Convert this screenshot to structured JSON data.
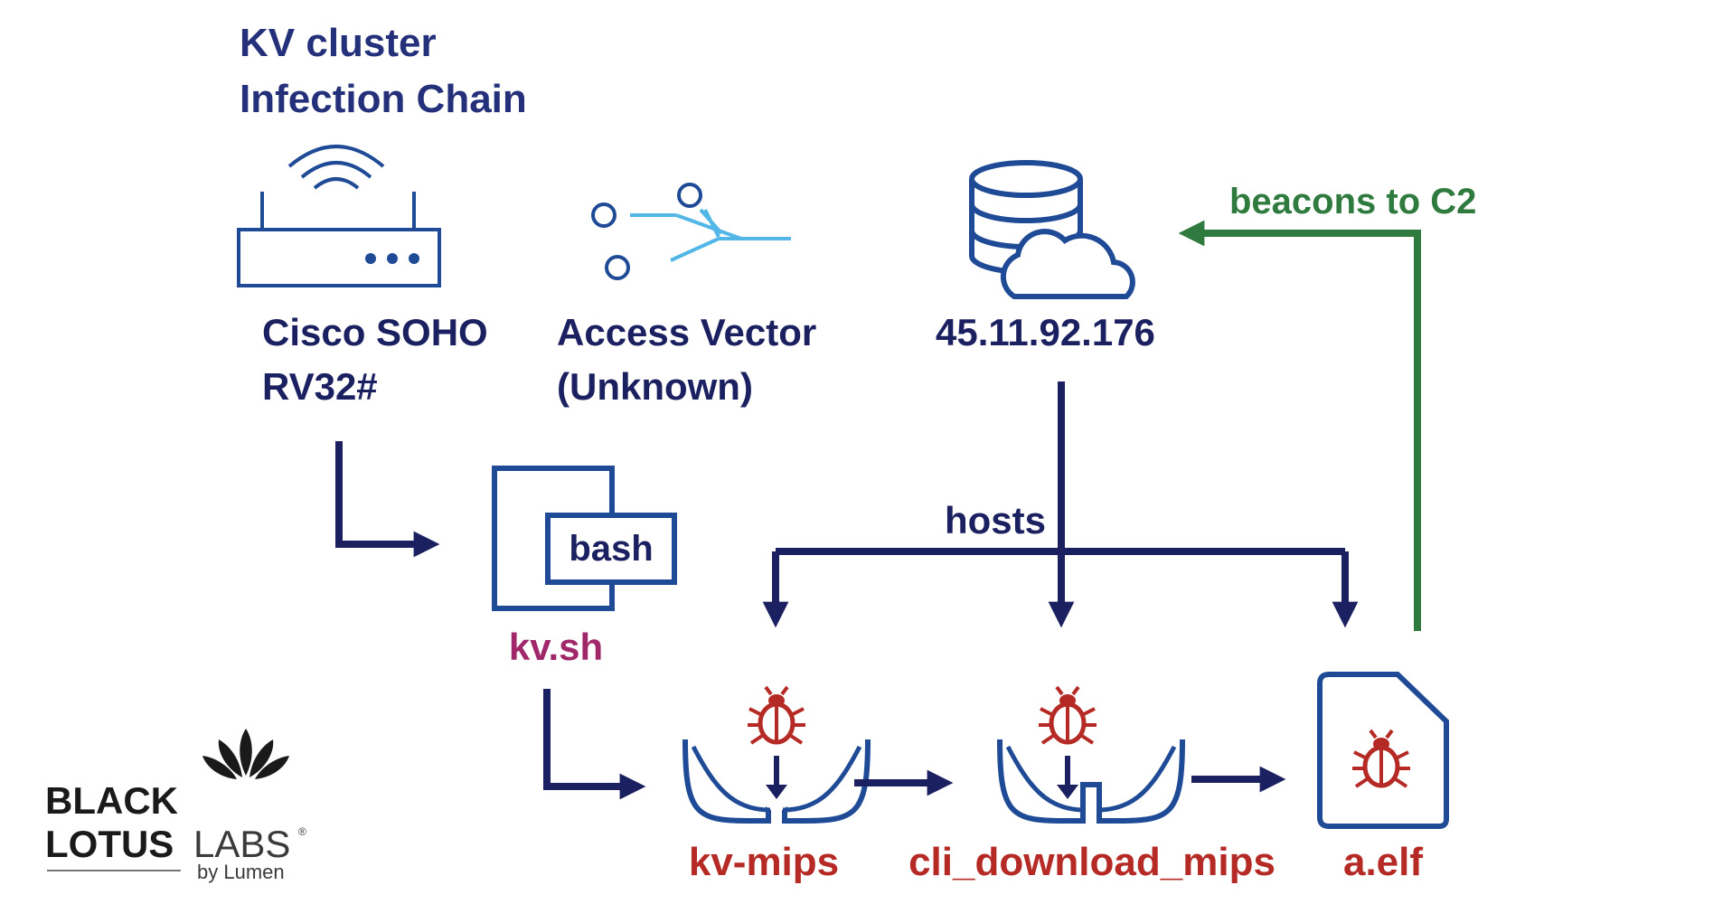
{
  "title": {
    "line1": "KV cluster",
    "line2": "Infection Chain"
  },
  "nodes": {
    "router": {
      "line1": "Cisco SOHO",
      "line2": "RV32#",
      "icon": "router-icon"
    },
    "access_vector": {
      "line1": "Access Vector",
      "line2": "(Unknown)",
      "icon": "network-branch-icon"
    },
    "server": {
      "label": "45.11.92.176",
      "icon": "database-cloud-icon"
    },
    "script": {
      "label": "kv.sh",
      "inner_label": "bash",
      "icon": "bash-window-icon"
    },
    "kv_mips": {
      "label": "kv-mips",
      "icon": "malware-dropper-icon"
    },
    "cli_download_mips": {
      "label": "cli_download_mips",
      "icon": "malware-dropper-icon"
    },
    "a_elf": {
      "label": "a.elf",
      "icon": "malware-file-icon"
    }
  },
  "edges": {
    "hosts_label": "hosts",
    "beacons_label": "beacons to C2"
  },
  "logo": {
    "line1": "BLACK",
    "line2_bold": "LOTUS",
    "line2_light": "LABS",
    "registered": "®",
    "byline": "by Lumen"
  },
  "colors": {
    "navy": "#1b2060",
    "title_blue": "#25307a",
    "icon_blue": "#1f4a96",
    "light_blue": "#52b6e6",
    "green": "#2f7a3e",
    "red": "#b52a25",
    "purple": "#a0276a"
  }
}
